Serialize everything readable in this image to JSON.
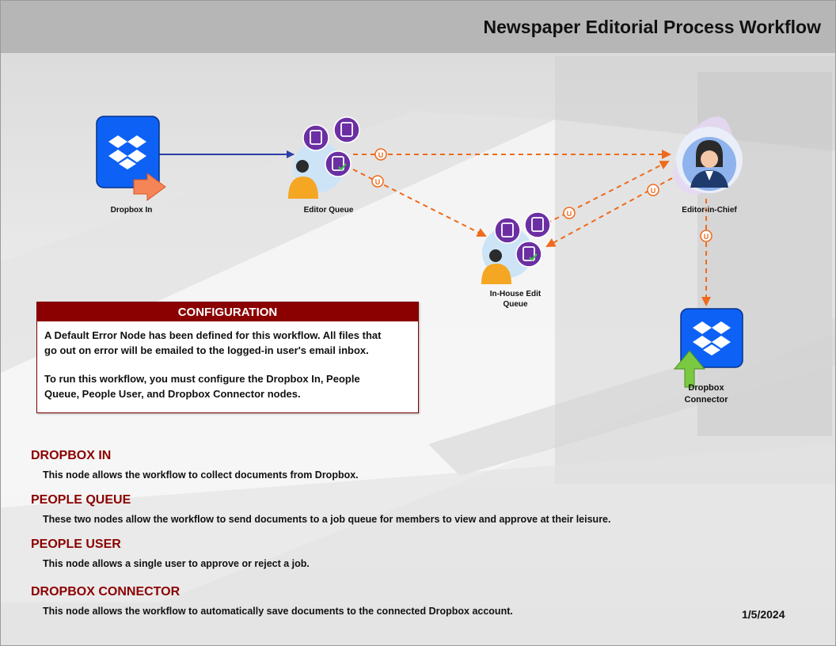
{
  "header": {
    "title": "Newspaper Editorial Process Workflow"
  },
  "nodes": {
    "dropbox_in": {
      "label": "Dropbox In",
      "icon": "dropbox-icon"
    },
    "editor_queue": {
      "label": "Editor Queue",
      "icon": "people-queue-icon"
    },
    "in_house_edit_queue": {
      "label_line1": "In-House Edit",
      "label_line2": "Queue",
      "icon": "people-queue-icon"
    },
    "editor_in_chief": {
      "label": "Editor-in-Chief",
      "icon": "person-avatar-icon"
    },
    "dropbox_connector": {
      "label_line1": "Dropbox",
      "label_line2": "Connector",
      "icon": "dropbox-icon"
    }
  },
  "connectors": {
    "badge_letter": "U",
    "colors": {
      "primary": "#2c3ea8",
      "secondary": "#ee6a1c"
    }
  },
  "config": {
    "heading": "CONFIGURATION",
    "paragraph1_line1": "A Default Error Node has been defined for this workflow. All files that",
    "paragraph1_line2": "go out on error will be emailed to the logged-in user's email inbox.",
    "paragraph2_line1": "To run this workflow, you must configure the Dropbox In, People",
    "paragraph2_line2": "Queue, People User, and Dropbox Connector nodes."
  },
  "sections": [
    {
      "title": "DROPBOX IN",
      "desc": "This node allows the workflow to collect documents from Dropbox."
    },
    {
      "title": "PEOPLE QUEUE",
      "desc": "These two nodes allow the workflow to send documents to a job queue for members to view and approve at their leisure."
    },
    {
      "title": "PEOPLE USER",
      "desc": "This node allows a single user to approve or reject a job."
    },
    {
      "title": "DROPBOX CONNECTOR",
      "desc": "This node allows the workflow to automatically save documents to the connected Dropbox account."
    }
  ],
  "date": "1/5/2024",
  "colors": {
    "accent": "#8b0000",
    "dropbox_blue": "#0d62f5",
    "queue_purple": "#6b2fa3"
  }
}
